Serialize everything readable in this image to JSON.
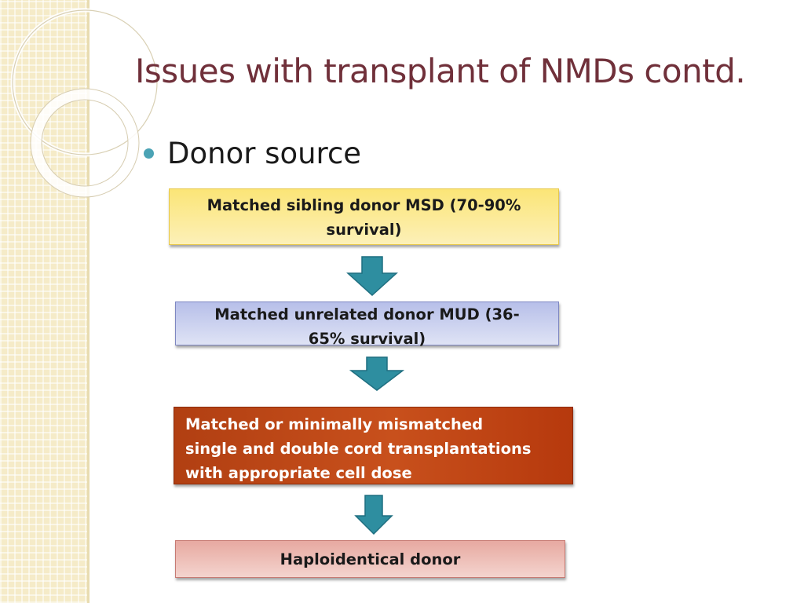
{
  "slide": {
    "title": "Issues with transplant of NMDs contd.",
    "bullet": "Donor source"
  },
  "flow": {
    "steps": [
      {
        "line1": "Matched sibling donor MSD (70-90%",
        "line2": "survival)"
      },
      {
        "line1": "Matched unrelated donor MUD (36-",
        "line2": "65% survival)"
      },
      {
        "line1": "Matched or minimally mismatched",
        "line2": "single and double cord transplantations",
        "line3": "with appropriate cell dose"
      },
      {
        "line1": "Haploidentical donor"
      }
    ],
    "arrow_icon": "down-arrow-icon"
  },
  "colors": {
    "title": "#70303a",
    "bullet": "#4ba3b5",
    "step1_fill": "#fbe577",
    "step2_fill": "#b7bfe9",
    "step3_fill": "#c8501c",
    "step4_fill": "#e7a9a1",
    "arrow_fill": "#2e8ea0",
    "side_strip": "#f5ebc8"
  }
}
